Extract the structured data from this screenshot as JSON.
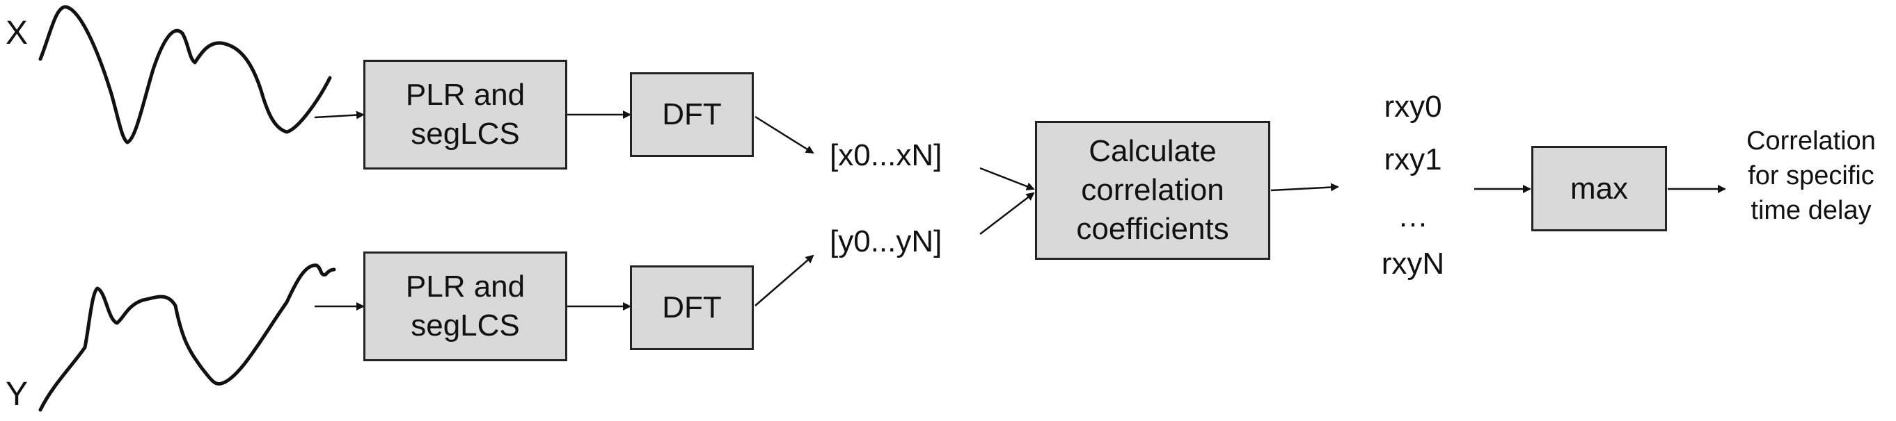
{
  "signals": {
    "x_label": "X",
    "y_label": "Y"
  },
  "boxes": {
    "plr_top": "PLR and\nsegLCS",
    "plr_bottom": "PLR and\nsegLCS",
    "dft_top": "DFT",
    "dft_bottom": "DFT",
    "corr": "Calculate\ncorrelation\ncoefficients",
    "max": "max"
  },
  "vectors": {
    "x_vec": "[x0...xN]",
    "y_vec": "[y0...yN]"
  },
  "coefficients": [
    "rxy0",
    "rxy1",
    "…",
    "rxyN"
  ],
  "output": "Correlation\nfor specific\ntime delay",
  "colors": {
    "box_fill": "#d9d9d9",
    "stroke": "#111111"
  }
}
